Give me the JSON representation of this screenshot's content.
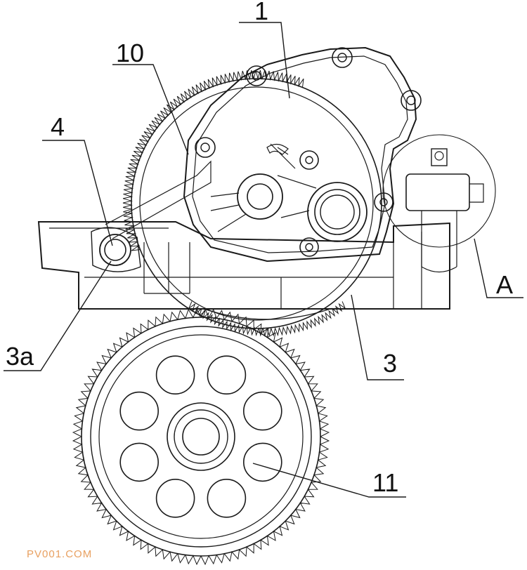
{
  "labels": {
    "part_1": "1",
    "part_10": "10",
    "part_4": "4",
    "part_3a": "3a",
    "part_3": "3",
    "part_11": "11",
    "detail_a": "A"
  },
  "watermark": {
    "text": "PV001.COM",
    "color": "#e8a060"
  },
  "colors": {
    "line": "#1a1a1a",
    "background": "#ffffff"
  }
}
